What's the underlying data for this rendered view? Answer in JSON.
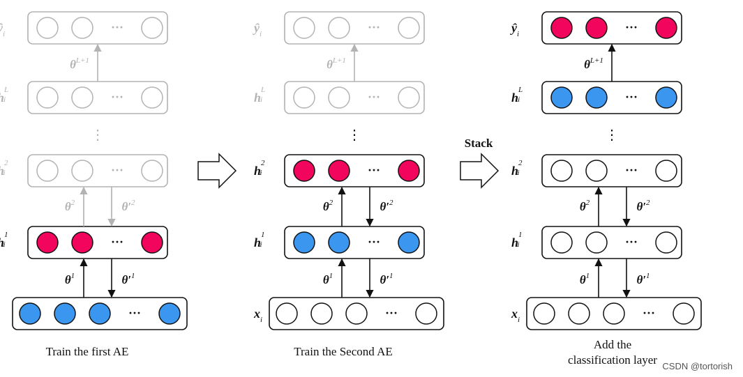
{
  "panels": [
    {
      "id": "first",
      "caption_lines": [
        "Train the first AE"
      ],
      "layers": [
        {
          "label_base": "ŷ",
          "label_sup": "",
          "fills": [
            "white",
            "white",
            "ellipsis",
            "white"
          ],
          "faded": true
        },
        {
          "label_base": "h",
          "label_sup": "L",
          "fills": [
            "white",
            "white",
            "ellipsis",
            "white"
          ],
          "faded": true
        },
        {
          "label_base": "h",
          "label_sup": "2",
          "fills": [
            "white",
            "white",
            "ellipsis",
            "white"
          ],
          "faded": true
        },
        {
          "label_base": "h",
          "label_sup": "1",
          "fills": [
            "red",
            "red",
            "ellipsis",
            "red"
          ],
          "faded": false
        },
        {
          "label_base": "",
          "label_sup": "",
          "fills": [
            "blue",
            "blue",
            "blue",
            "ellipsis",
            "blue"
          ],
          "faded": false
        }
      ],
      "weights": {
        "top": {
          "base": "θ",
          "sup": "L+1",
          "faded": true
        },
        "mid_up": {
          "base": "θ",
          "sup": "2",
          "faded": true
        },
        "mid_down": {
          "base": "θ′",
          "sup": "2",
          "faded": true
        },
        "bot_up": {
          "base": "θ",
          "sup": "1",
          "faded": false
        },
        "bot_down": {
          "base": "θ′",
          "sup": "1",
          "faded": false
        }
      }
    },
    {
      "id": "second",
      "caption_lines": [
        "Train the Second AE"
      ],
      "layers": [
        {
          "label_base": "ŷ",
          "label_sup": "",
          "fills": [
            "white",
            "white",
            "ellipsis",
            "white"
          ],
          "faded": true
        },
        {
          "label_base": "h",
          "label_sup": "L",
          "fills": [
            "white",
            "white",
            "ellipsis",
            "white"
          ],
          "faded": true
        },
        {
          "label_base": "h",
          "label_sup": "2",
          "fills": [
            "red",
            "red",
            "ellipsis",
            "red"
          ],
          "faded": false
        },
        {
          "label_base": "h",
          "label_sup": "1",
          "fills": [
            "blue",
            "blue",
            "ellipsis",
            "blue"
          ],
          "faded": false
        },
        {
          "label_base": "x",
          "label_sup": "",
          "fills": [
            "white",
            "white",
            "white",
            "ellipsis",
            "white"
          ],
          "faded": false
        }
      ],
      "weights": {
        "top": {
          "base": "θ",
          "sup": "L+1",
          "faded": true
        },
        "mid_up": {
          "base": "θ",
          "sup": "2",
          "faded": false
        },
        "mid_down": {
          "base": "θ′",
          "sup": "2",
          "faded": false
        },
        "bot_up": {
          "base": "θ",
          "sup": "1",
          "faded": false
        },
        "bot_down": {
          "base": "θ′",
          "sup": "1",
          "faded": false
        }
      }
    },
    {
      "id": "third",
      "caption_lines": [
        "Add the",
        "classification layer"
      ],
      "layers": [
        {
          "label_base": "ŷ",
          "label_sup": "",
          "fills": [
            "red",
            "red",
            "ellipsis",
            "red"
          ],
          "faded": false
        },
        {
          "label_base": "h",
          "label_sup": "L",
          "fills": [
            "blue",
            "blue",
            "ellipsis",
            "blue"
          ],
          "faded": false
        },
        {
          "label_base": "h",
          "label_sup": "2",
          "fills": [
            "white",
            "white",
            "ellipsis",
            "white"
          ],
          "faded": false
        },
        {
          "label_base": "h",
          "label_sup": "1",
          "fills": [
            "white",
            "white",
            "ellipsis",
            "white"
          ],
          "faded": false
        },
        {
          "label_base": "x",
          "label_sup": "",
          "fills": [
            "white",
            "white",
            "white",
            "ellipsis",
            "white"
          ],
          "faded": false
        }
      ],
      "weights": {
        "top": {
          "base": "θ",
          "sup": "L+1",
          "faded": false
        },
        "mid_up": {
          "base": "θ",
          "sup": "2",
          "faded": false
        },
        "mid_down": {
          "base": "θ′",
          "sup": "2",
          "faded": false
        },
        "bot_up": {
          "base": "θ",
          "sup": "1",
          "faded": false
        },
        "bot_down": {
          "base": "θ′",
          "sup": "1",
          "faded": false
        }
      }
    }
  ],
  "layer_subscript": "i",
  "ellipsis_text": "···",
  "vertical_ellipsis": "⋮",
  "stack_label": "Stack",
  "watermark": "CSDN @tortorish",
  "colors": {
    "red": "#f2055c",
    "blue": "#3b96f0",
    "stroke": "#111111",
    "faded": "#b3b3b3"
  }
}
